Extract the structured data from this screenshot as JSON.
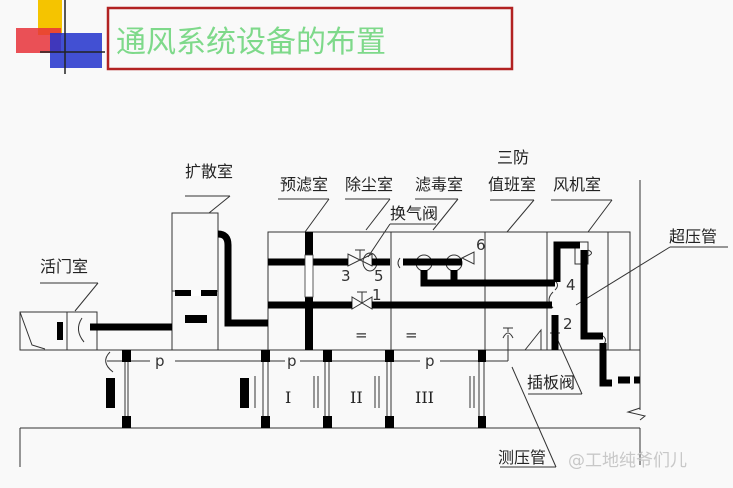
{
  "title": "通风系统设备的布置",
  "colors": {
    "title_text": "#7ed98a",
    "title_border": "#b22222",
    "deco_yellow": "#f5c400",
    "deco_red": "#e8333a",
    "deco_blue": "#2233cc"
  },
  "rooms": {
    "valve_room": "活门室",
    "expansion_room": "扩散室",
    "prefilter_room": "预滤室",
    "dust_room": "除尘室",
    "filter_room": "滤毒室",
    "duty_room_line1": "三防",
    "duty_room_line2": "值班室",
    "fan_room": "风机室"
  },
  "labels": {
    "exchange_valve": "换气阀",
    "overpressure_pipe": "超压管",
    "plate_valve": "插板阀",
    "pressure_tube": "测压管"
  },
  "numbers": {
    "n1": "1",
    "n2": "2",
    "n3": "3",
    "n4": "4",
    "n5": "5",
    "n6": "6"
  },
  "corridor": {
    "p1": "p",
    "p2": "p",
    "p3": "p",
    "door_I": "I",
    "door_II": "II",
    "door_III": "III",
    "eq": "="
  },
  "watermark": "@工地纯爷们儿"
}
